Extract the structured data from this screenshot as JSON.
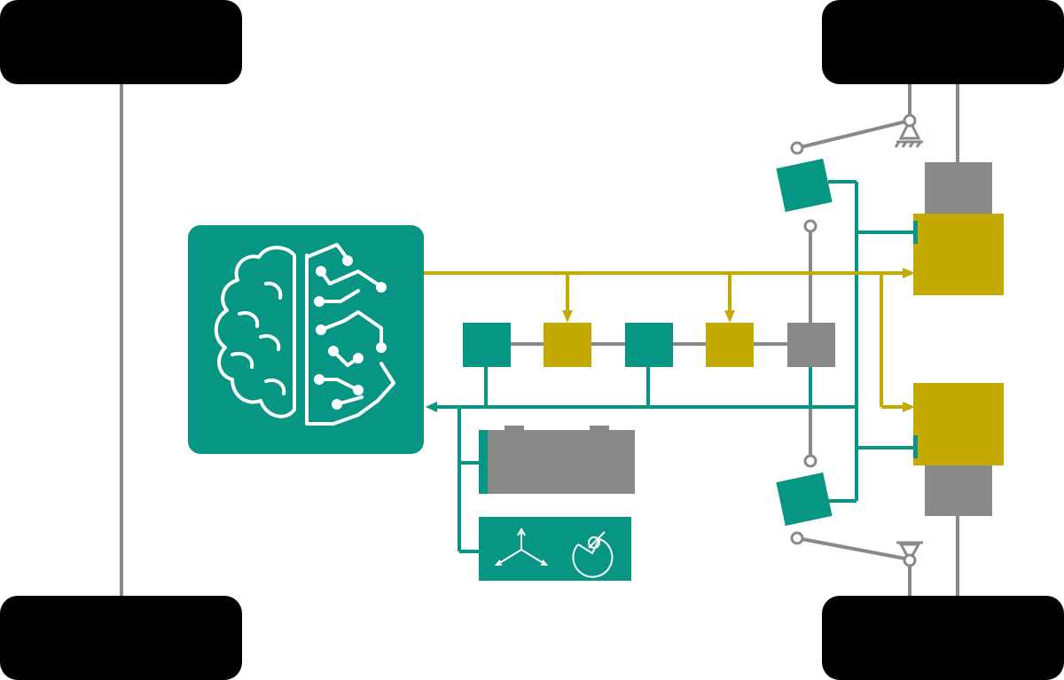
{
  "colors": {
    "teal": "#069683",
    "gold": "#c4a900",
    "gray": "#898989",
    "black": "#000000",
    "white": "#ffffff"
  },
  "nodes": [
    {
      "name": "ai-brain-controller",
      "icon": "brain-circuit-icon",
      "color": "teal"
    },
    {
      "name": "sensor-block-1",
      "color": "teal"
    },
    {
      "name": "actuator-block-1",
      "color": "gold"
    },
    {
      "name": "sensor-block-2",
      "color": "teal"
    },
    {
      "name": "actuator-block-2",
      "color": "gold"
    },
    {
      "name": "steering-rack-block",
      "color": "gray"
    },
    {
      "name": "battery-pack",
      "icon": "battery-icon",
      "color": "gray"
    },
    {
      "name": "imu-unit",
      "icons": [
        "axes-icon",
        "gyroscope-icon"
      ],
      "color": "teal"
    },
    {
      "name": "wheel-front-left",
      "color": "black"
    },
    {
      "name": "wheel-rear-left",
      "color": "black"
    },
    {
      "name": "wheel-front-right",
      "color": "black"
    },
    {
      "name": "wheel-rear-right",
      "color": "black"
    },
    {
      "name": "steering-sensor-front",
      "color": "teal"
    },
    {
      "name": "steering-sensor-rear",
      "color": "teal"
    },
    {
      "name": "motor-front",
      "color": "gold"
    },
    {
      "name": "motor-rear",
      "color": "gold"
    }
  ]
}
